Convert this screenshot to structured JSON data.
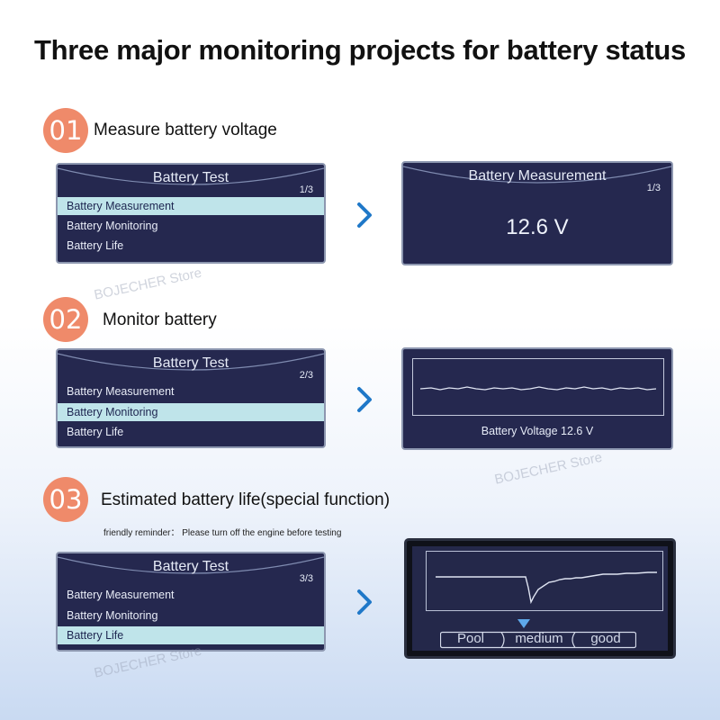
{
  "page": {
    "title": "Three major monitoring projects for battery status",
    "watermark": "BOJECHER Store"
  },
  "steps": [
    {
      "number": "01",
      "label": "Measure battery voltage",
      "menu_screen": {
        "title": "Battery Test",
        "page": "1/3",
        "items": [
          "Battery Measurement",
          "Battery Monitoring",
          "Battery Life"
        ],
        "selected_index": 0
      },
      "result_screen": {
        "title": "Battery Measurement",
        "page": "1/3",
        "value": "12.6 V"
      }
    },
    {
      "number": "02",
      "label": "Monitor battery",
      "menu_screen": {
        "title": "Battery Test",
        "page": "2/3",
        "items": [
          "Battery Measurement",
          "Battery Monitoring",
          "Battery Life"
        ],
        "selected_index": 1
      },
      "result_screen": {
        "caption": "Battery Voltage 12.6 V"
      }
    },
    {
      "number": "03",
      "label": "Estimated battery life(special function)",
      "reminder": "friendly reminder： Please turn off the engine before testing",
      "menu_screen": {
        "title": "Battery Test",
        "page": "3/3",
        "items": [
          "Battery Measurement",
          "Battery Monitoring",
          "Battery Life"
        ],
        "selected_index": 2
      },
      "result_screen": {
        "scale": [
          "Pool",
          "medium",
          "good"
        ],
        "indicator_position": "medium"
      }
    }
  ],
  "colors": {
    "badge": "#ef8a6a",
    "screen_bg": "#25284f",
    "selected_row": "#bfe4ea",
    "chevron": "#1f78c8"
  },
  "icons": [
    "chevron-right-icon",
    "down-triangle-icon"
  ]
}
